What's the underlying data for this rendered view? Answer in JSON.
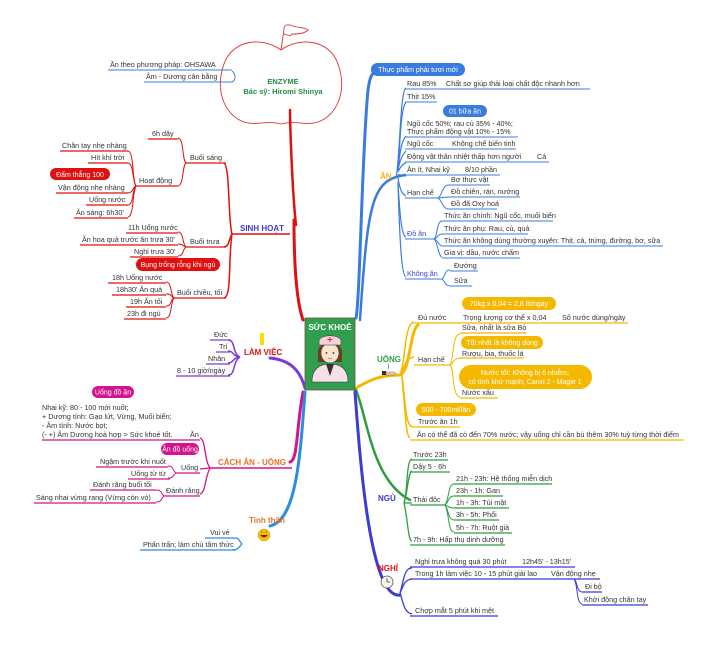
{
  "apple": {
    "line1": "ENZYME",
    "line2": "Bác sỹ: Hiromi Shinya",
    "items": [
      "Ăn theo phương pháp: OHSAWA",
      "Âm - Dương cân bằng"
    ]
  },
  "center": {
    "title": "SỨC KHOẺ",
    "icon": "nurse-icon"
  },
  "colors": {
    "an": "#3a7be0",
    "uong": "#f5b800",
    "ngu": "#2e9e3e",
    "nghi": "#3b3bd6",
    "sinh_hoat": "#e01010",
    "lam_viec": "#7a3ad6",
    "cach_an_uong": "#d4148c",
    "tinh_than": "#2a8ee0",
    "center_bg": "#2f9e4f",
    "apple": "#e03030"
  },
  "right": {
    "an": {
      "title": "ĂN",
      "title_color": "#f5b800",
      "callouts": [
        "Thực phẩm phải tươi mới",
        "01 bữa ăn"
      ],
      "items": [
        {
          "label": "Rau 85%",
          "child": "Chất sơ giúp thải loại chất độc nhanh hơn"
        },
        {
          "label": "Thịt 15%"
        },
        {
          "label": "Ngũ cốc 50%; rau củ 35% - 40%;",
          "label2": "Thực phẩm động vật 10% - 15%"
        },
        {
          "label": "Ngũ cốc",
          "child": "Không chế biến tinh"
        },
        {
          "label": "Động vật thân nhiệt thấp hơn người",
          "child": "Cá"
        },
        {
          "label": "Ăn ít, Nhai kỹ",
          "child": "8/10 phần"
        },
        {
          "label": "Hạn chế",
          "children": [
            "Bơ thực vật",
            "Đồ chiên, rán, nướng",
            "Đồ đã Oxy hoá"
          ]
        },
        {
          "label": "Đồ ăn",
          "children": [
            "Thức ăn chính: Ngũ cốc, muối biển",
            "Thức ăn phụ: Rau, củ, quả",
            "Thức ăn không dùng thường xuyên: Thịt, cá, trứng, đường, bơ, sữa",
            "Gia vị: dầu, nước chấm"
          ]
        },
        {
          "label": "Không ăn",
          "children": [
            "Đường",
            "Sữa"
          ]
        }
      ]
    },
    "uong": {
      "title": "UỐNG",
      "icon": "hand-water-icon",
      "callouts": [
        "70kg x 0,04 = 2,8 lít/ngày",
        "Tốt nhất là không dùng",
        "Nước tốt: Không bị ô nhiễm;",
        "có tính khử mạnh; Canxi 2 - Magie 1",
        "500 - 700ml/lần"
      ],
      "du_nuoc": {
        "label": "Đủ nước",
        "child": "Trọng lượng cơ thể x 0,04",
        "grandchild": "Số nước dùng/ngày"
      },
      "han_che": {
        "label": "Hạn chế",
        "children": [
          "Sữa, nhất là sữa Bò",
          "Rượu, bia, thuốc lá",
          "Nước xấu"
        ]
      },
      "truoc_an": "Trước ăn 1h",
      "note": "Ăn có thể đã có đến 70% nước; vậy uống chỉ cần bù thêm 30% tuỳ từng thời điểm"
    },
    "ngu": {
      "title": "NGỦ",
      "items": [
        "Trước 23h",
        "Dậy 5 - 6h"
      ],
      "thai_doc": {
        "label": "Thải độc",
        "children": [
          "21h - 23h: Hệ thống miễn dịch",
          "23h - 1h: Gan",
          "1h - 3h: Túi mật",
          "3h - 5h: Phổi",
          "5h - 7h: Ruột già"
        ]
      },
      "hap_thu": "7h - 9h: Hấp thụ dinh dưỡng"
    },
    "nghi": {
      "title": "NGHỈ",
      "title_color": "#e01010",
      "icon": "clock-icon",
      "items": [
        {
          "label": "Nghỉ trưa không quá 30 phút",
          "child": "12h45' - 13h15'"
        },
        {
          "label": "Trong 1h làm việc 10 - 15 phút giải lao",
          "child": "Vận động nhẹ",
          "grandchildren": [
            "Đi bộ",
            "Khởi động chân tay"
          ]
        },
        {
          "label": "Chợp mắt 5 phút khi mệt"
        }
      ]
    }
  },
  "left": {
    "sinh_hoat": {
      "title": "SINH HOẠT",
      "title_color": "#3b3bd6",
      "callouts": [
        "Đấm thẳng 100",
        "Bụng trống rỗng khi ngủ"
      ],
      "buoi_sang": {
        "label": "Buổi sáng",
        "items": [
          "6h dậy"
        ],
        "hoat_dong": {
          "label": "Hoạt động",
          "children": [
            "Chân tay nhẹ nhàng",
            "Hít khí trời",
            "Vận động nhẹ nhàng",
            "Uống nước",
            "Ăn sáng: 6h30'"
          ]
        }
      },
      "buoi_trua": {
        "label": "Buổi trưa",
        "children": [
          "11h Uống nước",
          "Ăn hoa quả trước ăn trưa 30'",
          "Nghỉ trưa 30'"
        ]
      },
      "buoi_chieu": {
        "label": "Buổi chiều, tối",
        "children": [
          "18h Uống nước",
          "18h30' Ăn quả",
          "19h Ăn tối",
          "23h đi ngủ"
        ]
      }
    },
    "lam_viec": {
      "title": "LÀM VIỆC",
      "title_color": "#e01010",
      "children": [
        "Đức",
        "Trí",
        "Nhân",
        "8 - 10 giờ/ngày"
      ]
    },
    "cach_an_uong": {
      "title": "CÁCH ĂN - UỐNG",
      "title_color": "#f07020",
      "callouts": [
        "Uống đồ ăn",
        "Ăn đồ uống"
      ],
      "an": {
        "label": "Ăn",
        "lines": [
          "Nhai kỹ: 80 - 100 mới nuốt;",
          "+ Dương tính: Gạo lứt, Vừng, Muối biển;",
          "- Âm tính: Nước bọt;",
          "(- +) Âm Dương hoà hợp > Sức khoẻ tốt."
        ]
      },
      "uong": {
        "label": "Uống",
        "children": [
          "Ngậm trước khi nuốt",
          "Uống từ từ"
        ]
      },
      "danh_rang": {
        "label": "Đánh răng",
        "children": [
          "Đánh răng buổi tối",
          "Sáng nhai vừng rang (Vừng còn vỏ)"
        ]
      }
    },
    "tinh_than": {
      "title": "Tinh thần",
      "title_color": "#f07020",
      "icon": "smiley-icon",
      "children": [
        "Vui vẻ",
        "Phấn trấn; làm chủ tâm thức"
      ]
    }
  }
}
